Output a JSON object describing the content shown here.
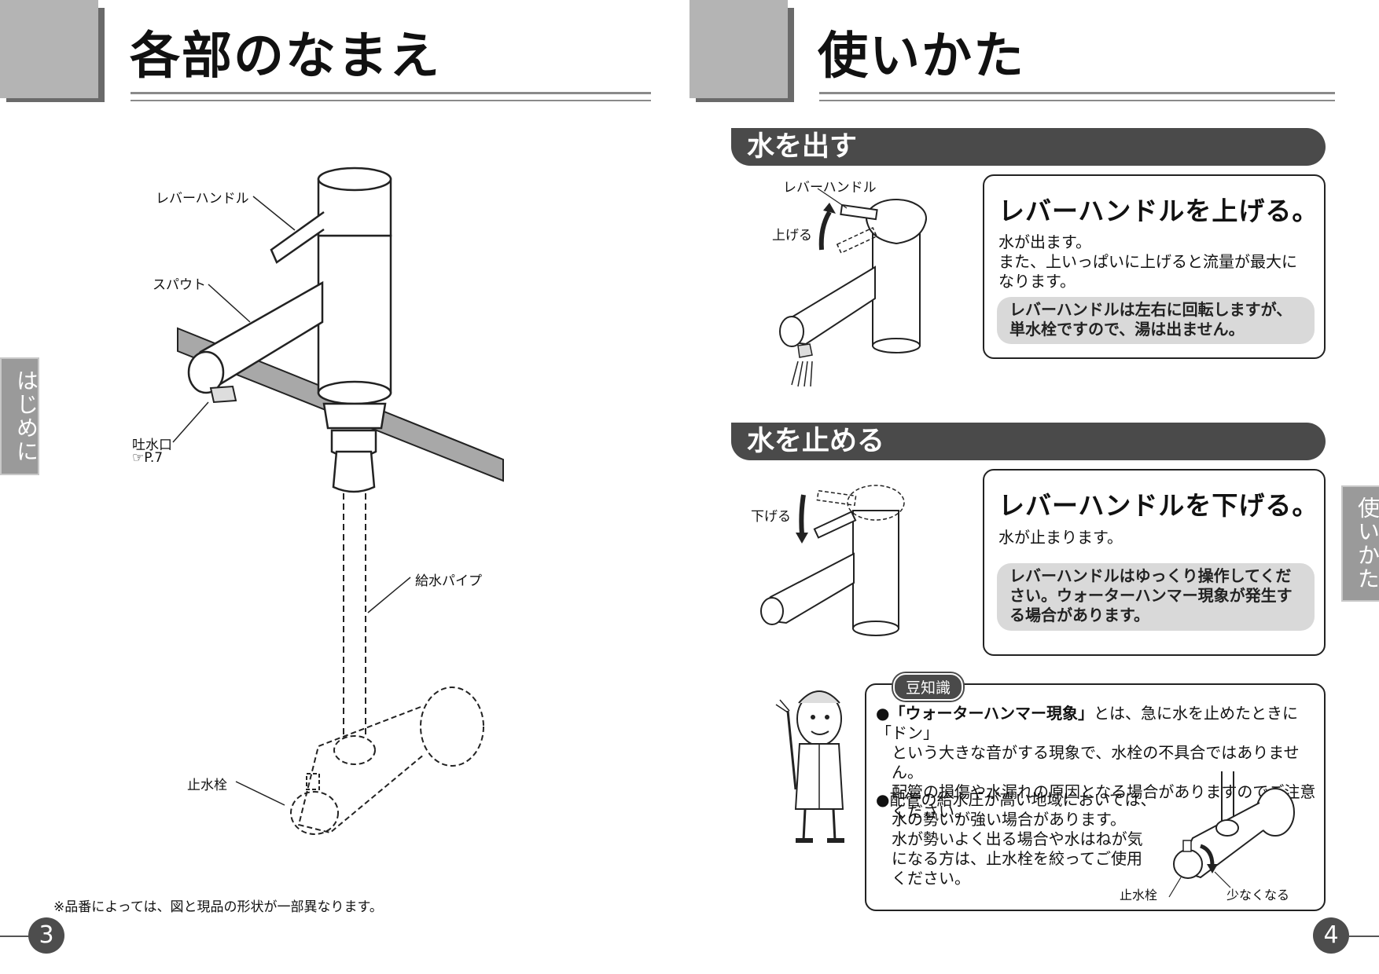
{
  "left_page": {
    "title": "各部のなまえ",
    "side_tab": "はじめに",
    "labels": {
      "lever": "レバーハンドル",
      "spout": "スパウト",
      "outlet": "吐水口",
      "outlet_ref": "☞P.7",
      "supply_pipe": "給水パイプ",
      "stop_valve": "止水栓"
    },
    "footnote": "※品番によっては、図と現品の形状が一部異なります。",
    "page_number": "3"
  },
  "right_page": {
    "title": "使いかた",
    "side_tab": "使いかた",
    "page_number": "4",
    "section1": {
      "heading": "水を出す",
      "fig_lever_label": "レバーハンドル",
      "fig_action_label": "上げる",
      "box_title": "レバーハンドルを上げる。",
      "line1": "水が出ます。",
      "line2": "また、上いっぱいに上げると流量が最大に",
      "line3": "なります。",
      "note_line1": "レバーハンドルは左右に回転しますが、",
      "note_line2": "単水栓ですので、湯は出ません。"
    },
    "section2": {
      "heading": "水を止める",
      "fig_action_label": "下げる",
      "box_title": "レバーハンドルを下げる。",
      "line1": "水が止まります。",
      "note_line1": "レバーハンドルはゆっくり操作してくだ",
      "note_line2": "さい。ウォーターハンマー現象が発生す",
      "note_line3": "る場合があります。"
    },
    "tips": {
      "tag": "豆知識",
      "bullet1_bold": "「ウォーターハンマー現象」",
      "bullet1_rest": "とは、急に水を止めたときに「ドン」",
      "bullet1_line2": "という大きな音がする現象で、水栓の不具合ではありません。",
      "bullet1_line3": "配管の損傷や水漏れの原因となる場合がありますのでご注意",
      "bullet1_line4": "ください。",
      "bullet2_line1": "●配管の給水圧が高い地域においては、",
      "bullet2_line2": "水の勢いが強い場合があります。",
      "bullet2_line3": "水が勢いよく出る場合や水はねが気",
      "bullet2_line4": "になる方は、止水栓を絞ってご使用",
      "bullet2_line5": "ください。",
      "fig_valve_label": "止水栓",
      "fig_less_label": "少なくなる"
    }
  }
}
